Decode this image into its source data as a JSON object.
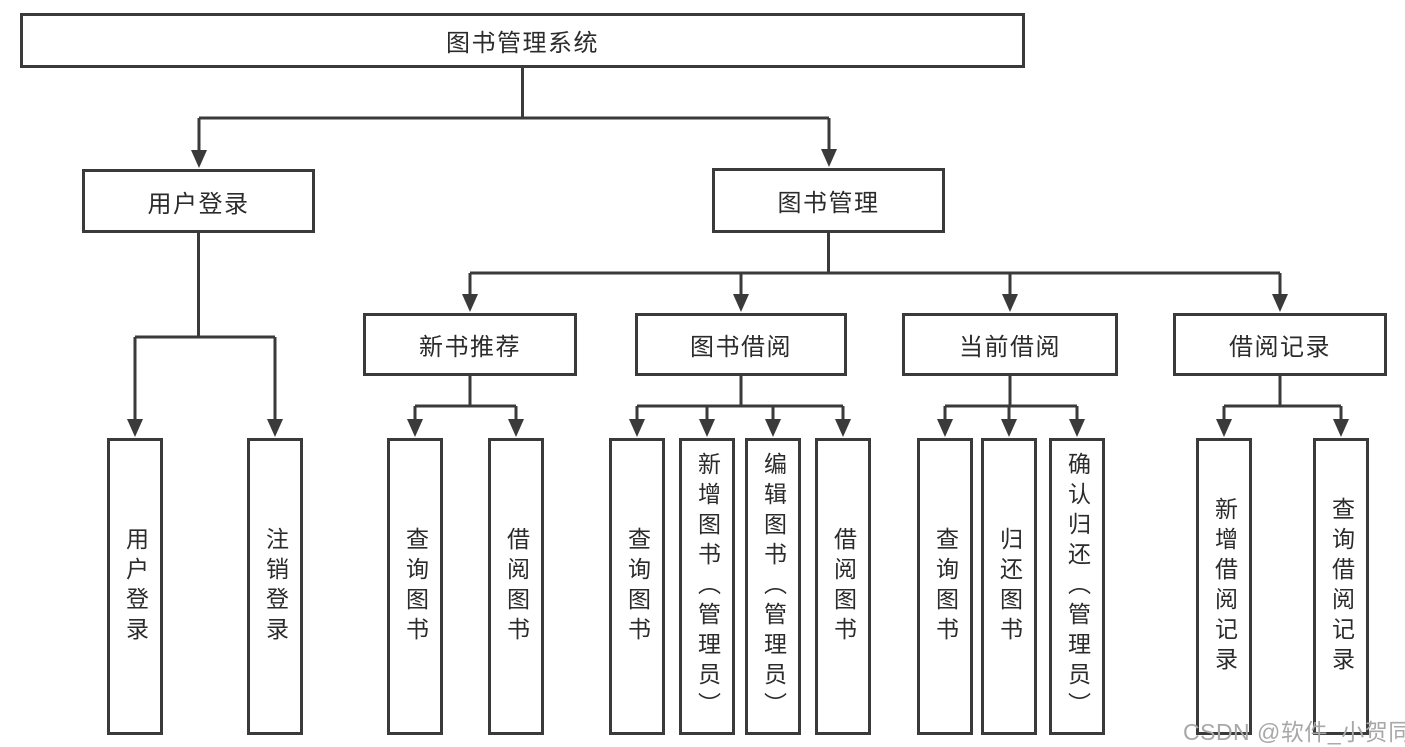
{
  "diagram_type": "hierarchy",
  "root": {
    "label": "图书管理系统",
    "children": [
      {
        "label": "用户登录",
        "children": [
          {
            "label": "用户登录"
          },
          {
            "label": "注销登录"
          }
        ]
      },
      {
        "label": "图书管理",
        "children": [
          {
            "label": "新书推荐",
            "children": [
              {
                "label": "查询图书"
              },
              {
                "label": "借阅图书"
              }
            ]
          },
          {
            "label": "图书借阅",
            "children": [
              {
                "label": "查询图书"
              },
              {
                "label": "新增图书（管理员）"
              },
              {
                "label": "编辑图书（管理员）"
              },
              {
                "label": "借阅图书"
              }
            ]
          },
          {
            "label": "当前借阅",
            "children": [
              {
                "label": "查询图书"
              },
              {
                "label": "归还图书"
              },
              {
                "label": "确认归还（管理员）"
              }
            ]
          },
          {
            "label": "借阅记录",
            "children": [
              {
                "label": "新增借阅记录"
              },
              {
                "label": "查询借阅记录"
              }
            ]
          }
        ]
      }
    ]
  },
  "watermark": "CSDN @软件_小贺同学",
  "colors": {
    "line": "#3a3a3a",
    "text": "#2b2b2b",
    "watermark": "#a8a8a8",
    "background": "#ffffff"
  }
}
